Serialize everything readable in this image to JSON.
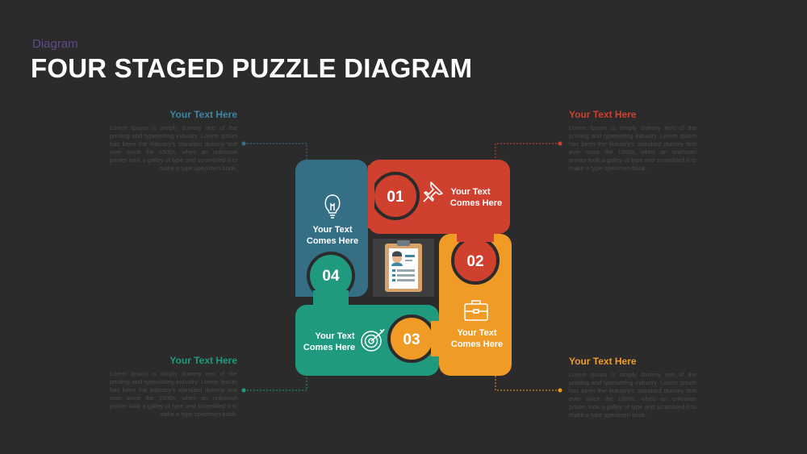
{
  "header": {
    "subtitle": "Diagram",
    "title": "FOUR STAGED PUZZLE DIAGRAM"
  },
  "colors": {
    "stage1": "#356f86",
    "stage2": "#d0402f",
    "stage3": "#ef9b26",
    "stage4": "#1f9a7e",
    "dark": "#2b2b2b"
  },
  "blocks": [
    {
      "title": "Your Text Here",
      "body": "Lorem Ipsum is simply dummy text of the printing and typesetting industry. Lorem Ipsum has been the industry's standard dummy text ever since the 1500s, when an unknown printer took a galley of type and scrambled it to make a type specimen book."
    },
    {
      "title": "Your Text Here",
      "body": "Lorem Ipsum is simply dummy text of the printing and typesetting industry. Lorem Ipsum has been the industry's standard dummy text ever since the 1500s, when an unknown printer took a galley of type and scrambled it to make a type specimen book."
    },
    {
      "title": "Your Text Here",
      "body": "Lorem Ipsum is simply dummy text of the printing and typesetting industry. Lorem Ipsum has been the industry's standard dummy text ever since the 1500s, when an unknown printer took a galley of type and scrambled it to make a type specimen book."
    },
    {
      "title": "Your Text Here",
      "body": "Lorem Ipsum is simply dummy text of the printing and typesetting industry. Lorem Ipsum has been the industry's standard dummy text ever since the 1500s, when an unknown printer took a galley of type and scrambled it to make a type specimen book."
    }
  ],
  "pieces": [
    {
      "number": "01",
      "line1": "Your Text",
      "line2": "Comes Here",
      "icon": "pushpin-icon"
    },
    {
      "number": "02",
      "line1": "Your Text",
      "line2": "Comes Here",
      "icon": "briefcase-icon"
    },
    {
      "number": "03",
      "line1": "Your Text",
      "line2": "Comes Here",
      "icon": "target-icon"
    },
    {
      "number": "04",
      "line1": "Your Text",
      "line2": "Comes Here",
      "icon": "lightbulb-icon"
    }
  ],
  "center_icon": "resume-clipboard-icon"
}
